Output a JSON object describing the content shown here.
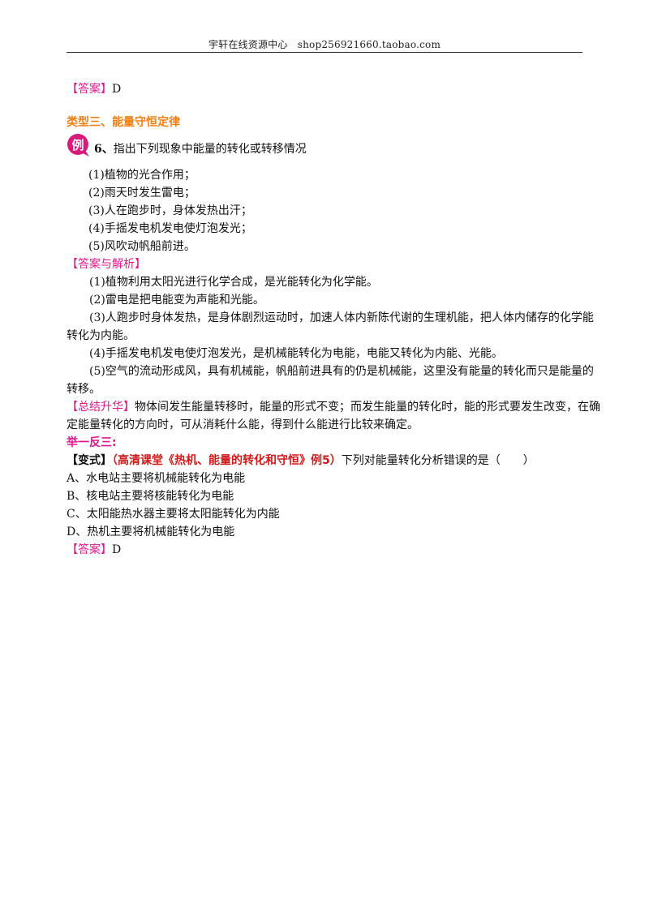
{
  "header": {
    "text": "宇轩在线资源中心　shop256921660.taobao.com"
  },
  "answer_top": {
    "tag": "【答案】",
    "value": "D"
  },
  "section": {
    "title": "类型三、能量守恒定律"
  },
  "example": {
    "badge": "例",
    "number": "6、",
    "question": "指出下列现象中能量的转化或转移情况",
    "items": [
      "(1)植物的光合作用；",
      "(2)雨天时发生雷电；",
      "(3)人在跑步时，身体发热出汗；",
      "(4)手摇发电机发电使灯泡发光；",
      "(5)风吹动帆船前进。"
    ]
  },
  "analysis": {
    "tag": "【答案与解析】",
    "lines": [
      "(1)植物利用太阳光进行化学合成，是光能转化为化学能。",
      "(2)雷电是把电能变为声能和光能。",
      "(3)人跑步时身体发热，是身体剧烈运动时，加速人体内新陈代谢的生理机能，把人体内储存的化学能",
      "转化为内能。",
      "(4)手摇发电机发电使灯泡发光，是机械能转化为电能，电能又转化为内能、光能。",
      "(5)空气的流动形成风，具有机械能，帆船前进具有的仍是机械能，这里没有能量的转化而只是能量的",
      "转移。"
    ]
  },
  "summary": {
    "tag": "【总结升华】",
    "line1": "物体间发生能量转移时，能量的形式不变；而发生能量的转化时，能的形式要发生改变，在确",
    "line2": "定能量转化的方向时，可从消耗什么能，得到什么能进行比较来确定。"
  },
  "practice": {
    "title": "举一反三:",
    "variant_tag": "【变式】",
    "source": "（高清课堂《热机、能量的转化和守恒》例5）",
    "question": "下列对能量转化分析错误的是（　　）",
    "options": [
      "A、水电站主要将机械能转化为电能",
      "B、核电站主要将核能转化为电能",
      "C、太阳能热水器主要将太阳能转化为内能",
      "D、热机主要将机械能转化为电能"
    ],
    "answer_tag": "【答案】",
    "answer": "D"
  },
  "colors": {
    "tag": "#e0188c",
    "heading": "#f07f12",
    "source": "#d01a1a",
    "badge": "#d81b7a"
  }
}
